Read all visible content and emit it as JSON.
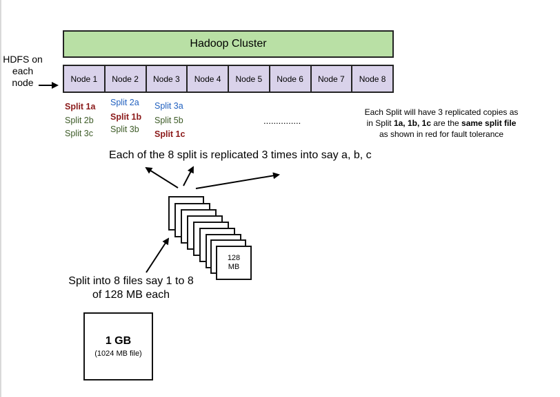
{
  "cluster": {
    "title": "Hadoop Cluster"
  },
  "hdfs_label": "HDFS on each node",
  "nodes": [
    "Node 1",
    "Node 2",
    "Node 3",
    "Node 4",
    "Node 5",
    "Node 6",
    "Node 7",
    "Node 8"
  ],
  "splits": {
    "node1": [
      "Split 1a",
      "Split 2b",
      "Split 3c"
    ],
    "node2": [
      "Split 2a",
      "Split 1b",
      "Split 3b"
    ],
    "node3": [
      "Split 3a",
      "Split 5b",
      "Split 1c"
    ]
  },
  "ellipsis": "...............",
  "note": {
    "line1": "Each Split will have 3 replicated copies as",
    "line2_pre": "in Split ",
    "line2_bold1": "1a, 1b, 1c",
    "line2_mid": " are the ",
    "line2_bold2": "same split file",
    "line3": "as shown in red for fault tolerance"
  },
  "replication_text": "Each of the 8 split is replicated 3 times into say a, b, c",
  "chunk": {
    "line1": "128",
    "line2": "MB"
  },
  "split_text": {
    "line1": "Split into 8 files say 1 to 8",
    "line2": "of 128 MB each"
  },
  "source_file": {
    "title": "1 GB",
    "subtitle": "(1024 MB file)"
  },
  "colors": {
    "cluster_fill": "#b9e0a5",
    "node_fill": "#d9d2ea",
    "replica_red": "#8b1a1a",
    "split_green": "#3c5a26",
    "split_blue": "#1f5fbf"
  }
}
